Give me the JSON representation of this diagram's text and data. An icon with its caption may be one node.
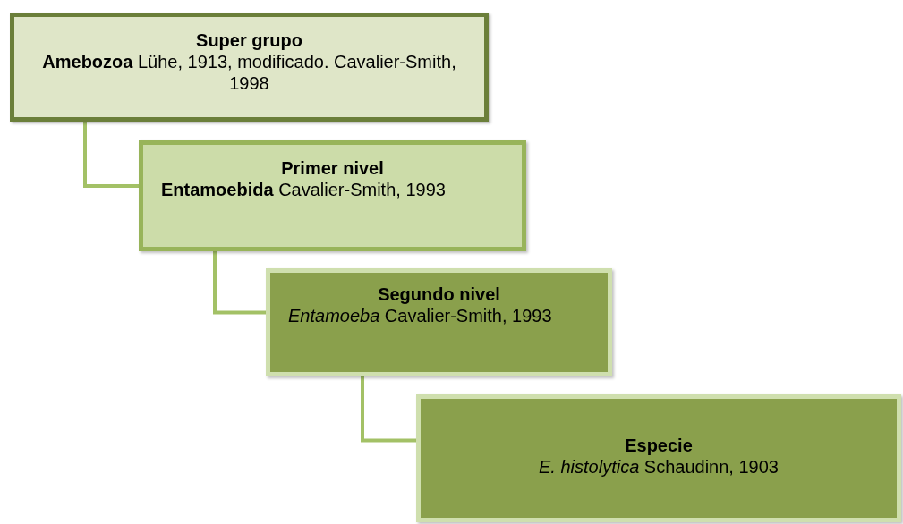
{
  "diagram": {
    "nodes": [
      {
        "text": [
          "Super grupo",
          "**Amebozoa** Lühe, 1913, modificado. Cavalier-Smith, 1998"
        ]
      },
      {
        "text": [
          "Primer nivel",
          "**Entamoebida** Cavalier-Smith, 1993"
        ]
      },
      {
        "text": [
          "Segundo nivel",
          "*Entamoeba* Cavalier-Smith, 1993"
        ]
      },
      {
        "text": [
          "Especie",
          "*E. histolytica* Schaudinn, 1903"
        ]
      }
    ],
    "edges": [
      {
        "from": 0,
        "to": 1,
        "arrow": "none"
      },
      {
        "from": 1,
        "to": 2,
        "arrow": "none"
      },
      {
        "from": 2,
        "to": 3,
        "arrow": "none"
      }
    ]
  }
}
